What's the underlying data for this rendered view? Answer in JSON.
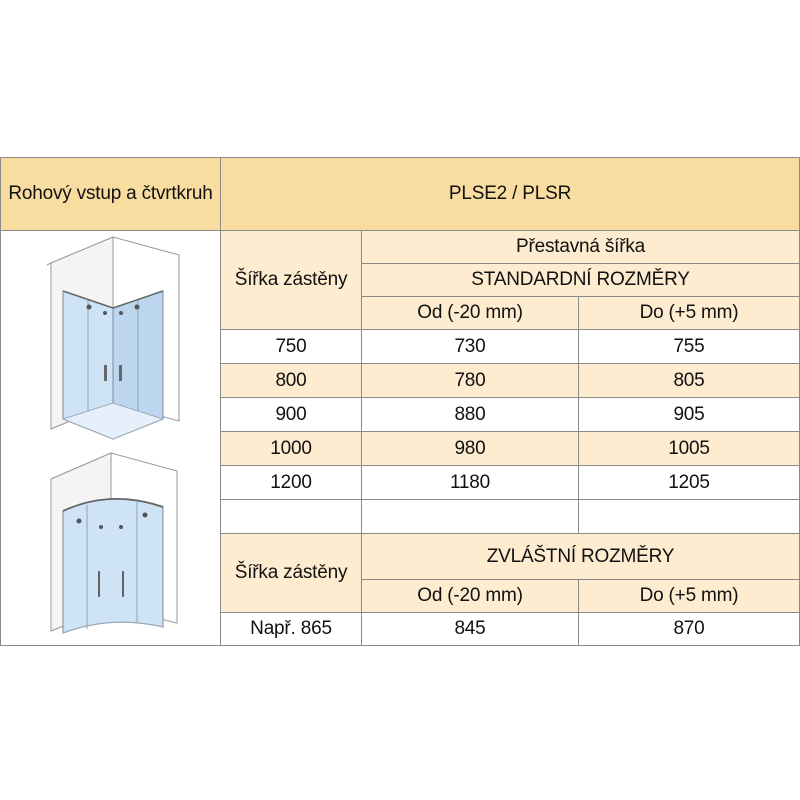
{
  "header": {
    "category_label": "Rohový vstup a čtvrtkruh",
    "model_label": "PLSE2 / PLSR"
  },
  "illustrations": {
    "top_icon": "corner-entry-shower-icon",
    "bottom_icon": "quarter-round-shower-icon"
  },
  "standard": {
    "width_header": "Šířka zástěny",
    "adjustable_header": "Přestavná šířka",
    "section_title": "STANDARDNÍ ROZMĚRY",
    "from_header": "Od (-20 mm)",
    "to_header": "Do (+5 mm)",
    "rows": [
      {
        "width": "750",
        "from": "730",
        "to": "755"
      },
      {
        "width": "800",
        "from": "780",
        "to": "805"
      },
      {
        "width": "900",
        "from": "880",
        "to": "905"
      },
      {
        "width": "1000",
        "from": "980",
        "to": "1005"
      },
      {
        "width": "1200",
        "from": "1180",
        "to": "1205"
      }
    ]
  },
  "special": {
    "width_header": "Šířka zástěny",
    "section_title": "ZVLÁŠTNÍ ROZMĚRY",
    "from_header": "Od (-20 mm)",
    "to_header": "Do (+5 mm)",
    "example": {
      "width": "Např. 865",
      "from": "845",
      "to": "870"
    }
  },
  "colors": {
    "header_fill": "#f9dca0",
    "row_fill": "#fdeccf",
    "glass": "#cfe3f7",
    "border": "#8a8a8a"
  }
}
